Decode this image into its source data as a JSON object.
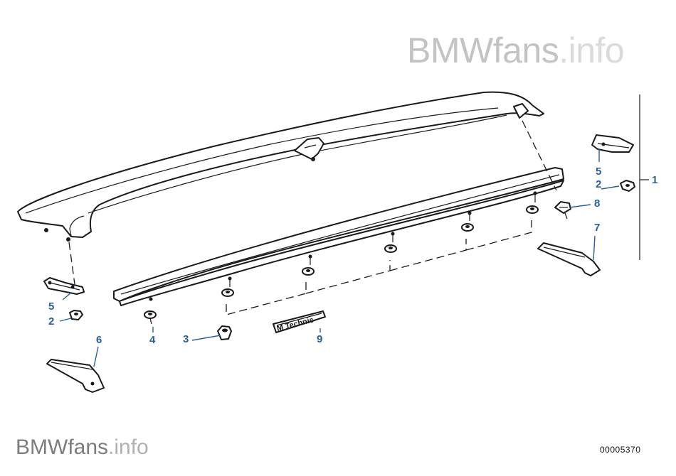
{
  "watermark_top": {
    "brand": "BMWfans",
    "suffix": ".info"
  },
  "watermark_bottom": {
    "brand": "BMWfans",
    "suffix": ".info"
  },
  "diagram_code": "00005370",
  "emblem_text": "M Technic",
  "callouts": [
    {
      "id": "callout-1",
      "label": "1"
    },
    {
      "id": "callout-2a",
      "label": "2"
    },
    {
      "id": "callout-2b",
      "label": "2"
    },
    {
      "id": "callout-3",
      "label": "3"
    },
    {
      "id": "callout-4",
      "label": "4"
    },
    {
      "id": "callout-5a",
      "label": "5"
    },
    {
      "id": "callout-5b",
      "label": "5"
    },
    {
      "id": "callout-6",
      "label": "6"
    },
    {
      "id": "callout-7",
      "label": "7"
    },
    {
      "id": "callout-8",
      "label": "8"
    },
    {
      "id": "callout-9",
      "label": "9"
    }
  ],
  "colors": {
    "callout": "#2b5f98",
    "line": "#1a1a1a",
    "watermark_top": "#c3c3c3",
    "watermark_bottom": "#7d7d7d"
  }
}
